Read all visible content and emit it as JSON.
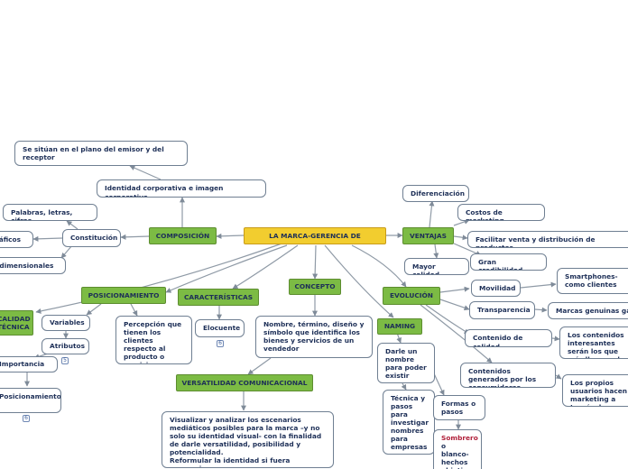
{
  "nodes": {
    "main": "LA MARCA-GERENCIA DE MERCADOS",
    "composicion": "COMPOSICIÓN",
    "identidad": "Identidad corporativa e imagen corporativa",
    "plano": "Se sitúan en el plano del emisor y del receptor",
    "constitucion": "Constitución",
    "palabras": "Palabras, letras, cifras",
    "graficos": "Gráficos",
    "tridimensionales": "Tridimensionales",
    "posicionamiento": "POSICIONAMIENTO",
    "variables": "Variables",
    "atributos": "Atributos",
    "percepcion": "Percepción que tienen los clientes respecto al producto o servicio",
    "importancia": "Importancia",
    "posicionamiento_sub": "Posicionamiento",
    "calidad_tecnica": "CALIDAD TÉCNICA",
    "caracteristicas": "CARACTERÍSTICAS",
    "elocuente": "Elocuente",
    "concepto": "CONCEPTO",
    "nombre_termino": "Nombre, término, diseño y símbolo que identifica los bienes y servicios de un vendedor",
    "versatilidad": "VERSATILIDAD COMUNICACIONAL",
    "visualizar": "Visualizar y analizar los escenarios mediáticos posibles para la marca –y no solo su identidad visual- con la finalidad de darle versatilidad, posibilidad y potencialidad.",
    "reformular": "Reformular la identidad si fuera necesario",
    "ventajas": "VENTAJAS",
    "diferenciacion": "Diferenciación",
    "costos": "Costos de marketing",
    "facilitar": "Facilitar venta y distribución de productos",
    "mayor_calidad": "Mayor calidad",
    "credibilidad": "Gran credibilidad",
    "evolucion": "EVOLUCIÓN",
    "movilidad": "Movilidad",
    "smartphones": "Smartphones-como clientes",
    "transparencia": "Transparencia",
    "marcas_genuinas": "Marcas genuinas ganan",
    "contenido_calidad": "Contenido de calidad",
    "contenidos_serán": "Los contenidos interesantes serán los que más llegan a los clientes",
    "contenidos_generados": "Contenidos generados por los consumidores",
    "propios_usuarios": "Los propios usuarios hacen marketing a través de twitter, you tube",
    "naming": "NAMING",
    "darle_nombre": "Darle un nombre para poder existir",
    "tecnica_pasos": "Técnica y pasos para investigar nombres para empresas",
    "formas_pasos": "Formas o pasos",
    "sombrero_red": "Sombrero",
    "sombrero_rest": "o blanco-hechos objetivo"
  },
  "badges": {
    "atributos": "5",
    "elocuente": "6",
    "posicionamiento": "6"
  }
}
